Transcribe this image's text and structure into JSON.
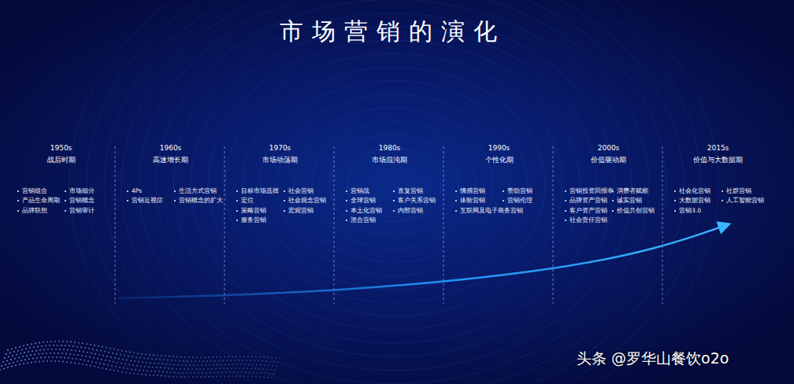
{
  "diagram": {
    "title": "市场营销的演化",
    "labels": [
      "1950s",
      "战后时期",
      "营销组合",
      "产品生命周期",
      "品牌联想",
      "市场细分",
      "营销概念",
      "营销审计",
      "1960s",
      "高速增长期",
      "4Ps",
      "营销近视症",
      "生活方式营销",
      "营销概念的扩大",
      "1970s",
      "市场动荡期",
      "目标市场选择",
      "定位",
      "策略营销",
      "服务营销",
      "社会营销",
      "社会观念营销",
      "宏观营销",
      "1980s",
      "市场混沌期",
      "营销战",
      "全球营销",
      "本土化营销",
      "混合营销",
      "直复营销",
      "客户关系营销",
      "内部营销",
      "1990s",
      "个性化期",
      "情感营销",
      "体验营销",
      "互联网及电子商务营销",
      "赞助营销",
      "营销伦理",
      "2000s",
      "价值驱动期",
      "营销投资回报率",
      "品牌资产营销",
      "客户资产营销",
      "社会责任营销",
      "消费者赋能",
      "诚实营销",
      "价值共创营销",
      "2015s",
      "价值与大数据期",
      "社会化营销",
      "大数据营销",
      "营销3.0",
      "社群营销",
      "人工智能营销",
      "头条 @罗华山餐饮o2o"
    ]
  }
}
